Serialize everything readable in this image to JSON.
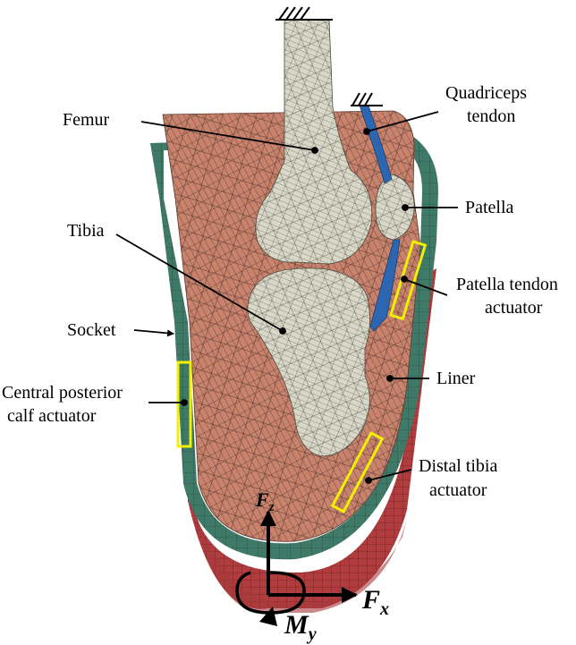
{
  "labels": {
    "femur": "Femur",
    "tibia": "Tibia",
    "socket": "Socket",
    "central_posterior_1": "Central posterior",
    "central_posterior_2": "calf actuator",
    "quadriceps_1": "Quadriceps",
    "quadriceps_2": "tendon",
    "patella": "Patella",
    "patella_tendon_1": "Patella tendon",
    "patella_tendon_2": "actuator",
    "liner": "Liner",
    "distal_tibia_1": "Distal tibia",
    "distal_tibia_2": "actuator"
  },
  "forces": {
    "fz_main": "F",
    "fz_sub": "z",
    "fx_main": "F",
    "fx_sub": "x",
    "my_main": "M",
    "my_sub": "y"
  },
  "colors": {
    "soft_tissue": "#c9826c",
    "bone": "#d9d8c8",
    "liner": "#3f7a68",
    "socket": "#a8393d",
    "tendon": "#2d66b0",
    "actuator": "#f0f000",
    "mesh": "#3a2a24"
  }
}
